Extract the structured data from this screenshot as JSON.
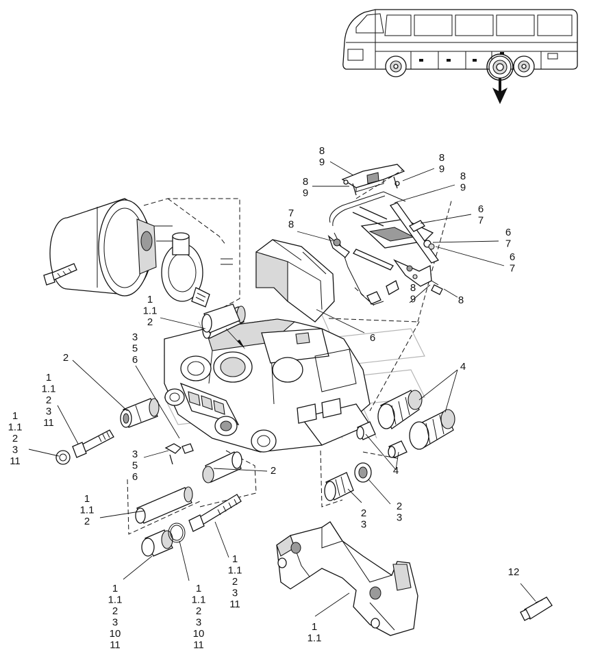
{
  "labels": [
    {
      "id": "c1",
      "lines": [
        "8",
        "9"
      ]
    },
    {
      "id": "c2",
      "lines": [
        "8",
        "9"
      ]
    },
    {
      "id": "c3",
      "lines": [
        "8",
        "9"
      ]
    },
    {
      "id": "c4",
      "lines": [
        "8",
        "9"
      ]
    },
    {
      "id": "c5",
      "lines": [
        "6",
        "7"
      ]
    },
    {
      "id": "c6",
      "lines": [
        "6",
        "7"
      ]
    },
    {
      "id": "c7",
      "lines": [
        "6",
        "7"
      ]
    },
    {
      "id": "c8",
      "lines": [
        "7",
        "8"
      ]
    },
    {
      "id": "c9",
      "lines": [
        "8"
      ]
    },
    {
      "id": "c10",
      "lines": [
        "8",
        "9"
      ]
    },
    {
      "id": "c11",
      "lines": [
        "6"
      ]
    },
    {
      "id": "c12",
      "lines": [
        "1",
        "1.1",
        "2"
      ]
    },
    {
      "id": "c13",
      "lines": [
        "3",
        "5",
        "6"
      ]
    },
    {
      "id": "c14",
      "lines": [
        "2"
      ]
    },
    {
      "id": "c15",
      "lines": [
        "1",
        "1.1",
        "2",
        "3",
        "11"
      ]
    },
    {
      "id": "c16",
      "lines": [
        "1",
        "1.1",
        "2",
        "3",
        "11"
      ]
    },
    {
      "id": "c17",
      "lines": [
        "3",
        "5",
        "6"
      ]
    },
    {
      "id": "c18",
      "lines": [
        "2"
      ]
    },
    {
      "id": "c19",
      "lines": [
        "1",
        "1.1",
        "2"
      ]
    },
    {
      "id": "c20",
      "lines": [
        "4"
      ]
    },
    {
      "id": "c21",
      "lines": [
        "4"
      ]
    },
    {
      "id": "c22",
      "lines": [
        "2",
        "3"
      ]
    },
    {
      "id": "c23",
      "lines": [
        "2",
        "3"
      ]
    },
    {
      "id": "c24",
      "lines": [
        "1",
        "1.1",
        "2",
        "3",
        "11"
      ]
    },
    {
      "id": "c25",
      "lines": [
        "1",
        "1.1",
        "2",
        "3",
        "10",
        "11"
      ]
    },
    {
      "id": "c26",
      "lines": [
        "1",
        "1.1",
        "2",
        "3",
        "10",
        "11"
      ]
    },
    {
      "id": "c27",
      "lines": [
        "1",
        "1.1"
      ]
    },
    {
      "id": "c28",
      "lines": [
        "12"
      ]
    }
  ]
}
